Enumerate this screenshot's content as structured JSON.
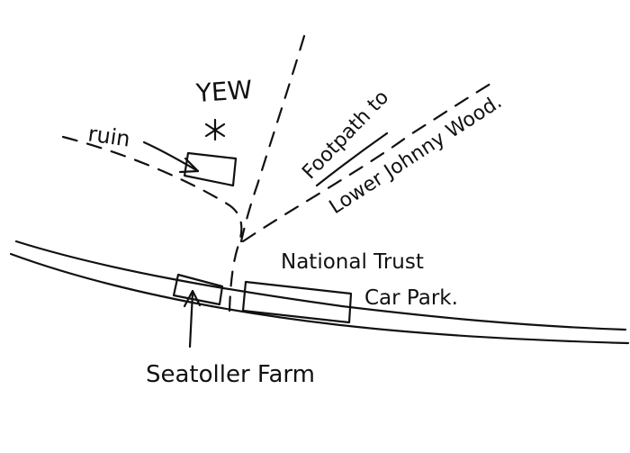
{
  "map": {
    "labels": {
      "yew": "YEW",
      "ruin": "ruin",
      "footpath_line1": "Footpath to",
      "footpath_line2": "Lower Johnny Wood.",
      "car_park_line1": "National Trust",
      "car_park_line2": "Car Park.",
      "farm": "Seatoller Farm"
    },
    "icons": {
      "yew_tree": "asterisk-tree-icon",
      "farm_pointer": "arrow-up-icon"
    },
    "ink_color": "#111111",
    "paper_color": "#ffffff"
  }
}
